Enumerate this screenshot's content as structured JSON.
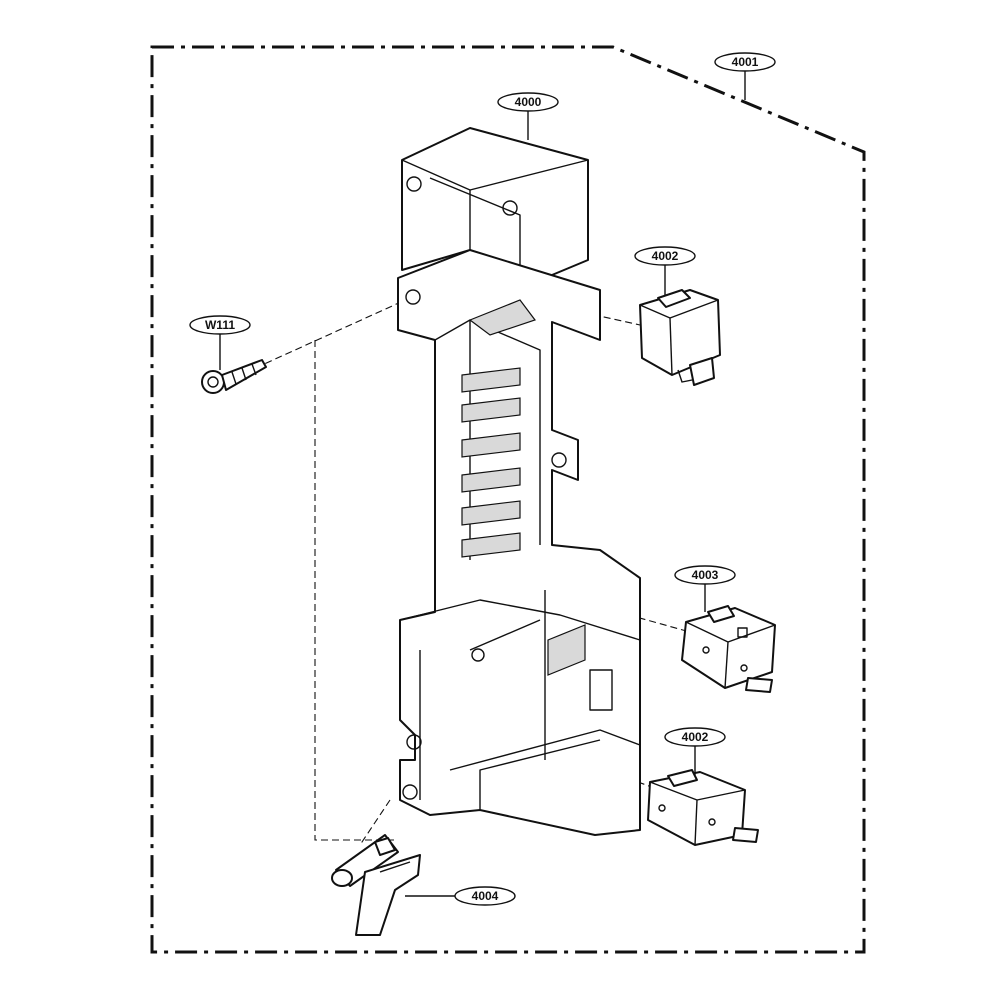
{
  "callouts": {
    "assembly": "4001",
    "frame": "4000",
    "switch_top": "4002",
    "screw": "W111",
    "switch_middle": "4003",
    "switch_bottom": "4002",
    "lever": "4004"
  }
}
